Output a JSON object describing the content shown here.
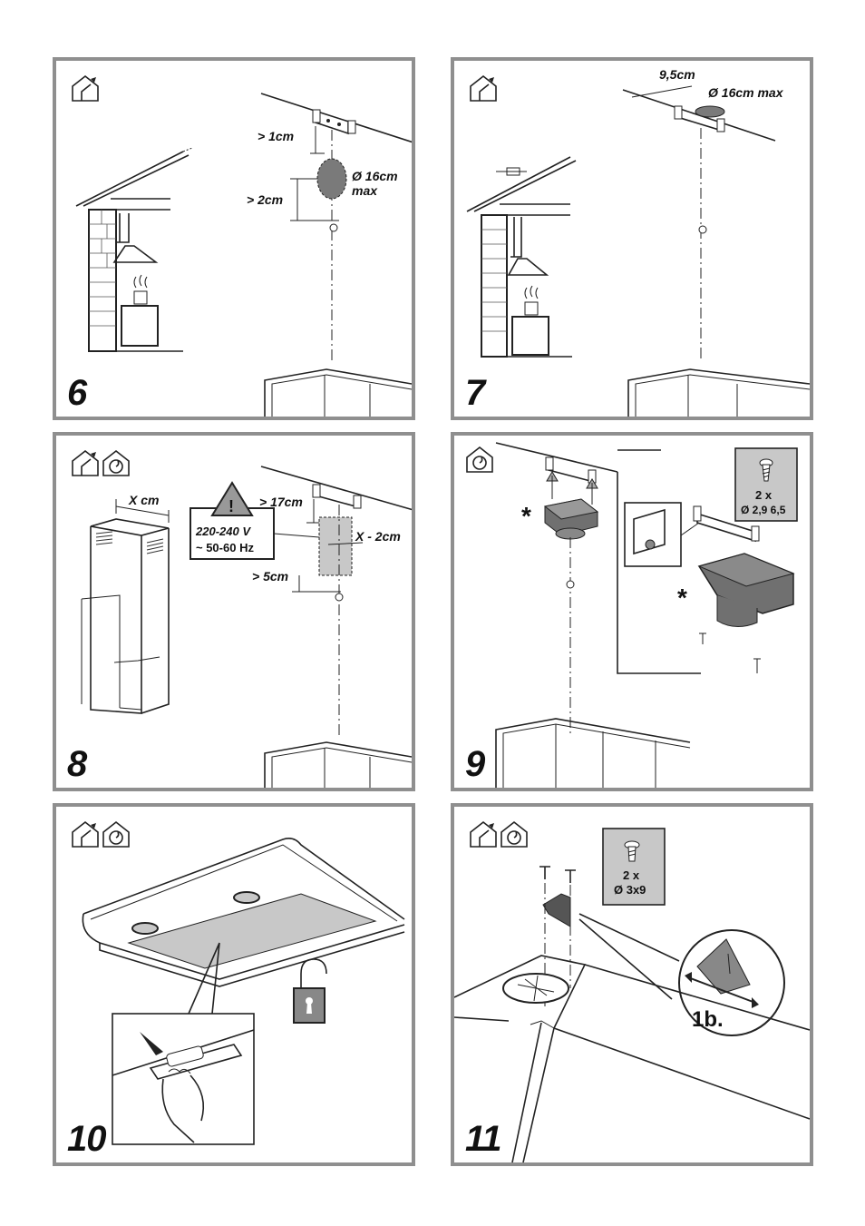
{
  "colors": {
    "panel_border": "#8f8f8f",
    "shade": "#c8c8c8",
    "dark_shade": "#707070",
    "oval": "#7a7a7a"
  },
  "icons": {
    "duct_out": "house-vent-out-icon",
    "recirc": "house-recirculation-icon",
    "screw": "screw-icon",
    "padlock": "padlock-open-icon",
    "warning": "warning-triangle-icon"
  },
  "panels": {
    "p6": {
      "number": "6",
      "dim_top": "> 1cm",
      "dim_oval_1": "Ø 16cm",
      "dim_oval_2": "max",
      "dim_side": "> 2cm"
    },
    "p7": {
      "number": "7",
      "dim_width": "9,5cm",
      "dim_diam": "Ø 16cm max"
    },
    "p8": {
      "number": "8",
      "dim_x": "X cm",
      "dim_top": "> 17cm",
      "dim_bottom": "> 5cm",
      "dim_socket": "X - 2cm",
      "voltage": "220-240 V",
      "frequency": "~ 50-60 Hz",
      "warn_symbol": "!"
    },
    "p9": {
      "number": "9",
      "asterisk": "*",
      "screws_qty": "2 x",
      "screws_size": "Ø 2,9 6,5"
    },
    "p10": {
      "number": "10"
    },
    "p11": {
      "number": "11",
      "screws_qty": "2 x",
      "screws_size": "Ø 3x9",
      "detail_label": "1b."
    }
  }
}
